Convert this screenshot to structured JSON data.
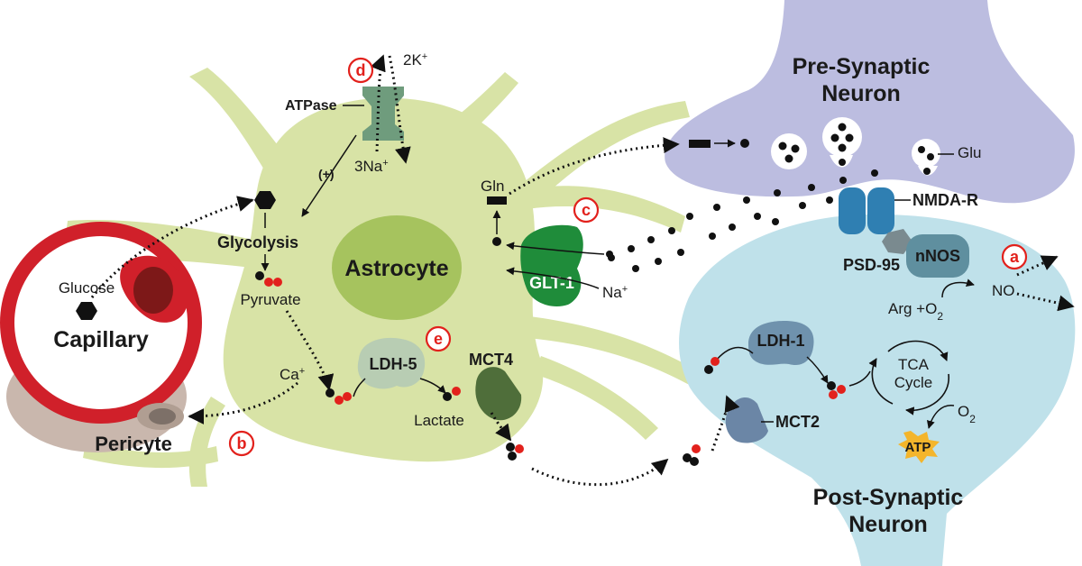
{
  "labels": {
    "capillary": "Capillary",
    "glucose": "Glucose",
    "pericyte": "Pericyte",
    "astrocyte": "Astrocyte",
    "glycolysis": "Glycolysis",
    "pyruvate": "Pyruvate",
    "atpase": "ATPase",
    "k_ions": "2K",
    "k_sup": "+",
    "na_ions": "3Na",
    "na_sup": "+",
    "plus_sign": "(+)",
    "ca": "Ca",
    "ca_sup": "+",
    "ldh5": "LDH-5",
    "lactate": "Lactate",
    "mct4": "MCT4",
    "gln": "Gln",
    "glt1": "GLT-1",
    "na": "Na",
    "na2_sup": "+",
    "pre_line1": "Pre-Synaptic",
    "pre_line2": "Neuron",
    "glu": "Glu",
    "nmda": "NMDA-R",
    "psd95": "PSD-95",
    "nnos": "nNOS",
    "arg": "Arg +O",
    "arg_sub": "2",
    "no": "NO",
    "ldh1": "LDH-1",
    "tca_line1": "TCA",
    "tca_line2": "Cycle",
    "o2": "O",
    "o2_sub": "2",
    "atp": "ATP",
    "mct2": "MCT2",
    "post_line1": "Post-Synaptic",
    "post_line2": "Neuron"
  },
  "markers": {
    "a": "a",
    "b": "b",
    "c": "c",
    "d": "d",
    "e": "e"
  },
  "colors": {
    "astrocyte": "#d8e3a6",
    "nucleus": "#a6c35e",
    "capillary_wall": "#d0202a",
    "rbc": "#8c1a1a",
    "pericyte": "#c9b7ad",
    "pre_synaptic": "#bcbde0",
    "post_synaptic": "#bfe1ea",
    "atpase": "#6f9c7d",
    "glt1": "#1f8c3a",
    "mct4": "#4f6e3a",
    "ldh5": "#b8cdb3",
    "nmda": "#2f7fb2",
    "psd95": "#7a8a8f",
    "nnos": "#5f8f9f",
    "ldh1": "#6f92ad",
    "mct2": "#6b86a6",
    "atp_burst": "#f4b52b",
    "marker": "#e2211c"
  }
}
